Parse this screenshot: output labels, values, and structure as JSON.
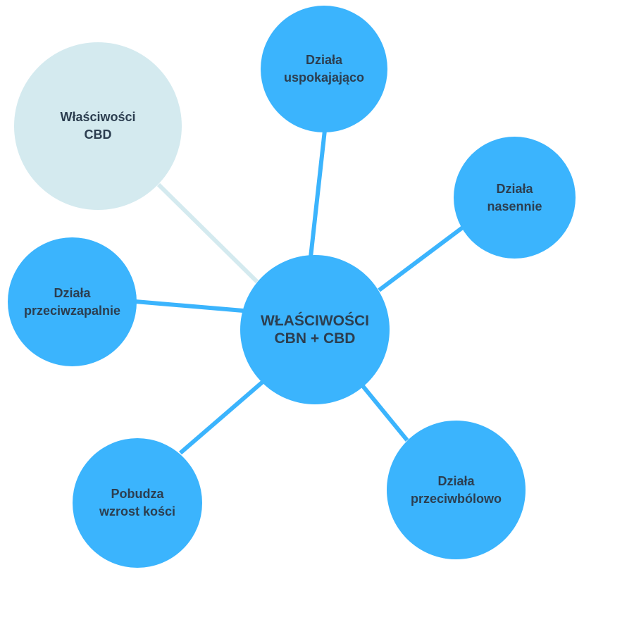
{
  "colors": {
    "primary": "#3bb4fd",
    "muted": "#d4eaef",
    "text": "#2c3e50"
  },
  "center": {
    "line1": "WŁAŚCIWOŚCI",
    "line2": "CBN + CBD"
  },
  "nodes": [
    {
      "id": "wlasciwosci-cbd",
      "line1": "Właściwości",
      "line2": "CBD",
      "style": "muted"
    },
    {
      "id": "uspokajajaco",
      "line1": "Działa",
      "line2": "uspokajająco",
      "style": "primary"
    },
    {
      "id": "nasennie",
      "line1": "Działa",
      "line2": "nasennie",
      "style": "primary"
    },
    {
      "id": "przeciwzapalnie",
      "line1": "Działa",
      "line2": "przeciwzapalnie",
      "style": "primary"
    },
    {
      "id": "wzrost-kosci",
      "line1": "Pobudza",
      "line2": "wzrost kości",
      "style": "primary"
    },
    {
      "id": "przeciwbolowo",
      "line1": "Działa",
      "line2": "przeciwbólowo",
      "style": "primary"
    }
  ]
}
